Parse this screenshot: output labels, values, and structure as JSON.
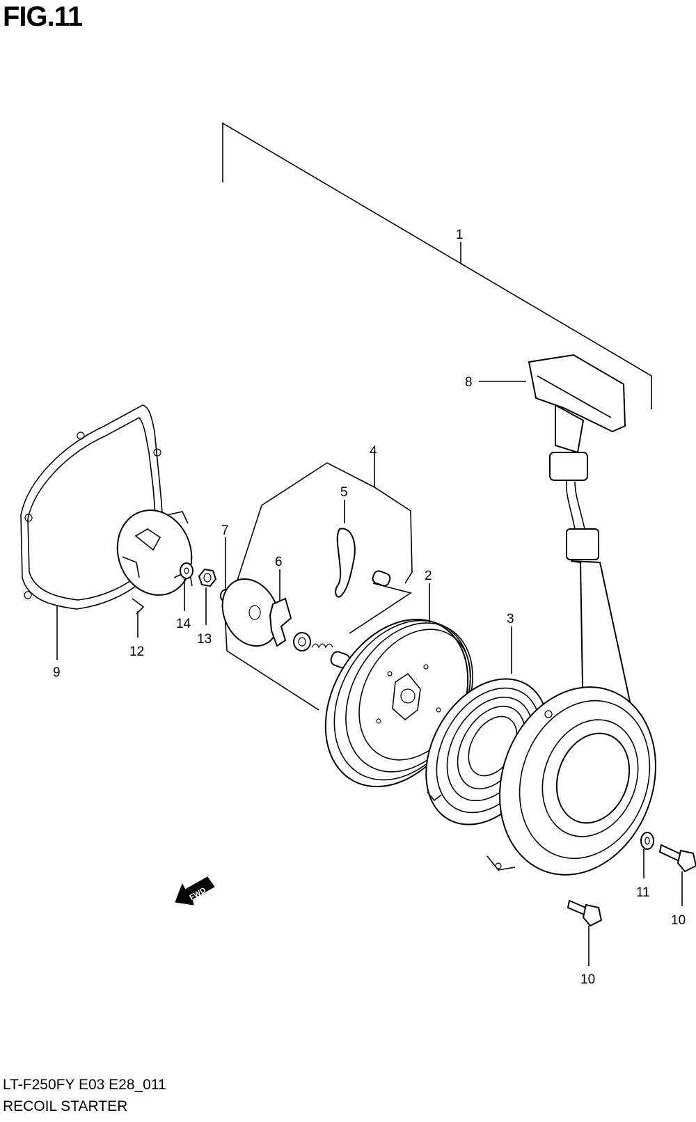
{
  "figure": {
    "title": "FIG.11"
  },
  "footer": {
    "model_code": "LT-F250FY E03 E28_011",
    "section_name": "RECOIL STARTER"
  },
  "direction_marker": {
    "text": "FWD",
    "icon": "fwd-arrow-icon"
  },
  "callouts": [
    "1",
    "2",
    "3",
    "4",
    "5",
    "6",
    "7",
    "8",
    "9",
    "10",
    "10",
    "11",
    "12",
    "13",
    "14"
  ]
}
